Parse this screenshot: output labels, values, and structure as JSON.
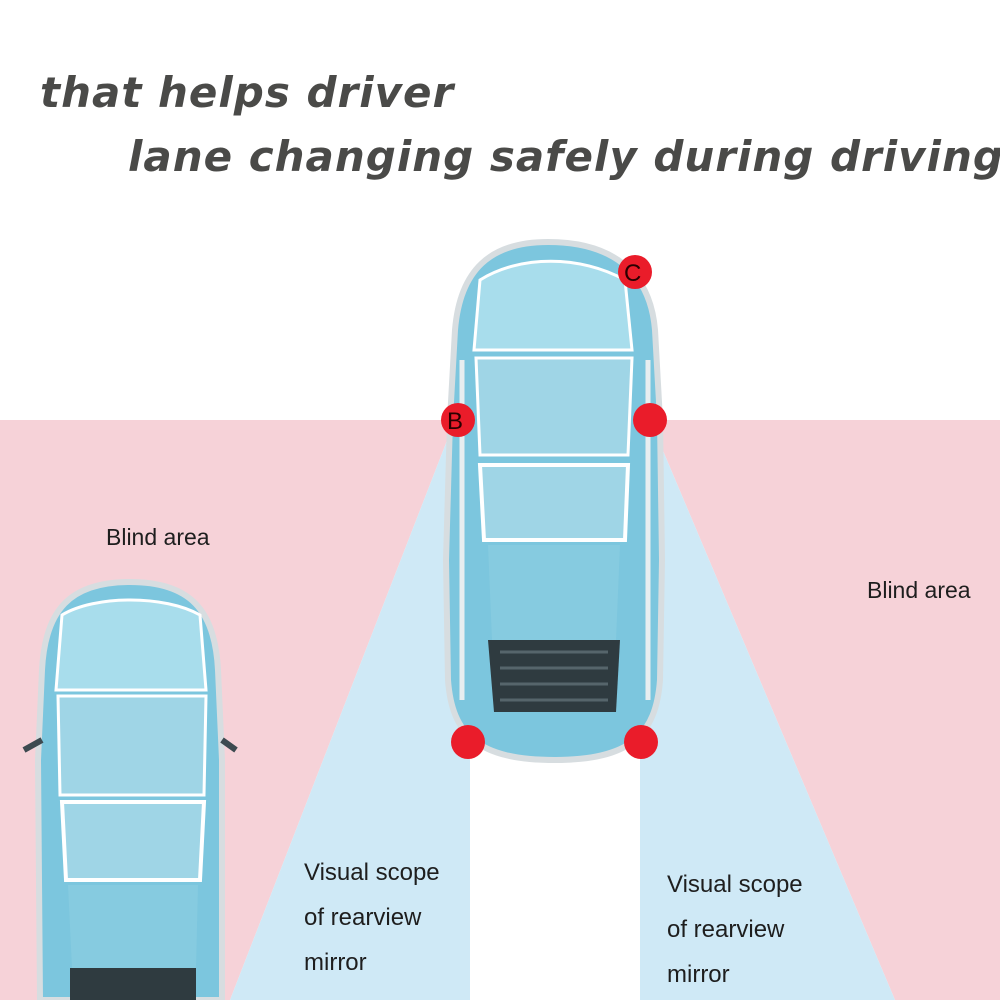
{
  "headline": {
    "line1": "that helps driver",
    "line2": "lane changing safely during driving."
  },
  "labels": {
    "blind_area_left": "Blind area",
    "blind_area_right": "Blind area",
    "scope_left": [
      "Visual scope",
      "of rearview",
      "mirror"
    ],
    "scope_right": [
      "Visual scope",
      "of rearview",
      "mirror"
    ]
  },
  "markers": {
    "c": "C",
    "b": "B"
  },
  "colors": {
    "blind_area": "#f6d2d8",
    "visual_scope": "#cfe9f6",
    "car_body": "#7cc6de",
    "marker": "#ea1c2a",
    "text": "#4a4a48"
  }
}
